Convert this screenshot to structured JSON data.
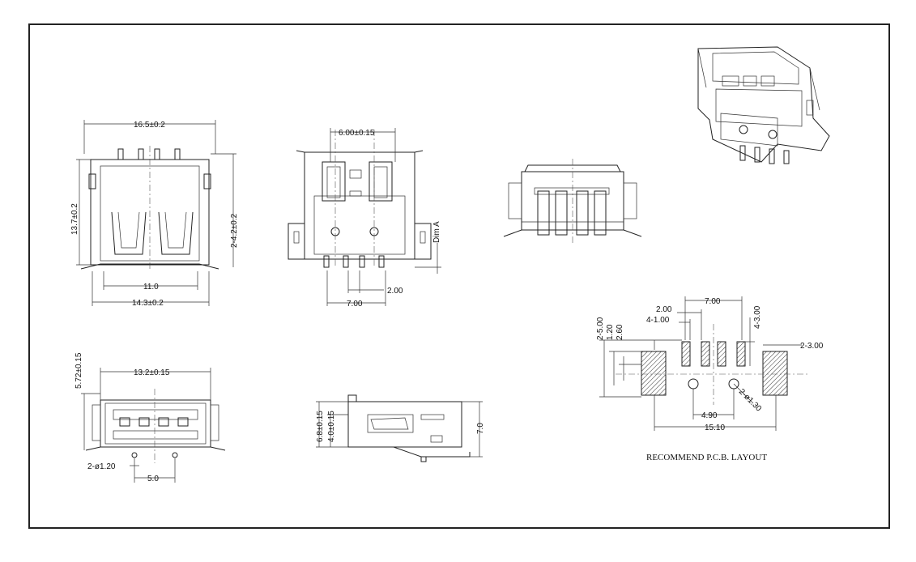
{
  "top_view": {
    "width": "16.5±0.2",
    "height": "13.7±0.2",
    "slot_pitch": "2-4.2±0.2",
    "inner": "11.0",
    "base": "14.3±0.2"
  },
  "front_view": {
    "pin_pitch": "6.00±0.15",
    "dim_a": "Dim A",
    "pad": "2.00",
    "span": "7.00"
  },
  "bottom_view": {
    "width": "13.2±0.15",
    "height": "5.72±0.15",
    "holes": "2-ø1.20",
    "hole_pitch": "5.0"
  },
  "side_view": {
    "h1": "6.8±0.15",
    "h2": "4.0±0.15",
    "h3": "7.0"
  },
  "pcb_layout": {
    "d_700": "7.00",
    "d_200": "2.00",
    "d_4x100": "4-1.00",
    "d_4x300": "4-3.00",
    "d_2x500": "2-5.00",
    "d_120": "1.20",
    "d_260": "2.60",
    "d_2x300": "2-3.00",
    "d_490": "4.90",
    "d_holes": "2-ø1.30",
    "d_1510": "15.10",
    "caption": "RECOMMEND P.C.B. LAYOUT"
  }
}
